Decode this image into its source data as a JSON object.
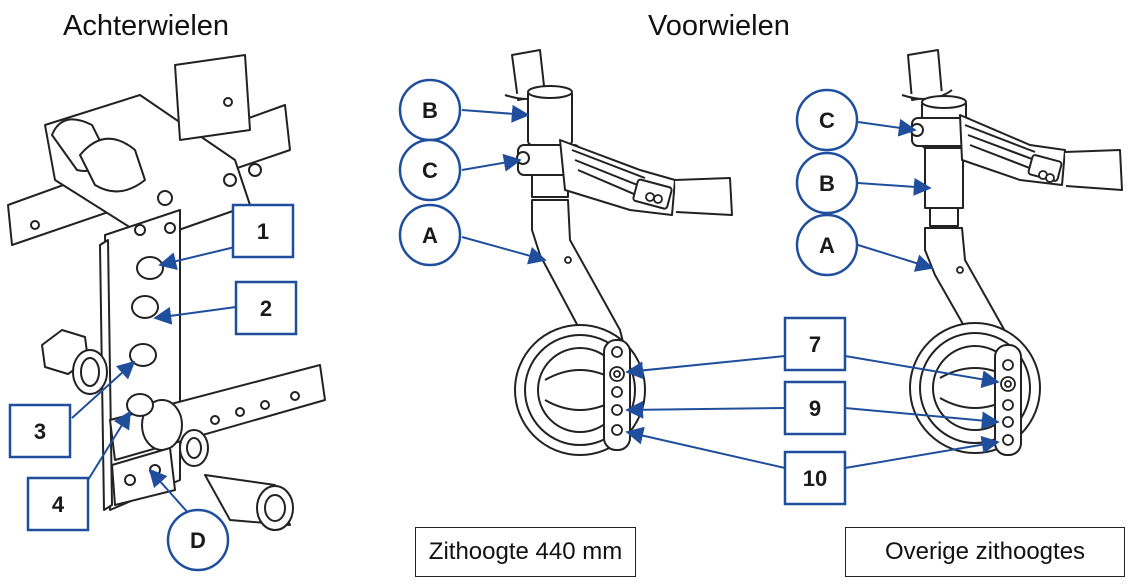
{
  "titles": {
    "rear": "Achterwielen",
    "front": "Voorwielen"
  },
  "labels": {
    "hole_1": "1",
    "hole_2": "2",
    "hole_3": "3",
    "hole_4": "4",
    "axle_d": "D",
    "left_b": "B",
    "left_c": "C",
    "left_a": "A",
    "right_c": "C",
    "right_b": "B",
    "right_a": "A",
    "pos_7": "7",
    "pos_9": "9",
    "pos_10": "10"
  },
  "captions": {
    "left": "Zithoogte 440 mm",
    "right": "Overige zithoogtes"
  },
  "colors": {
    "accent": "#1f4e9c",
    "line": "#222222"
  }
}
